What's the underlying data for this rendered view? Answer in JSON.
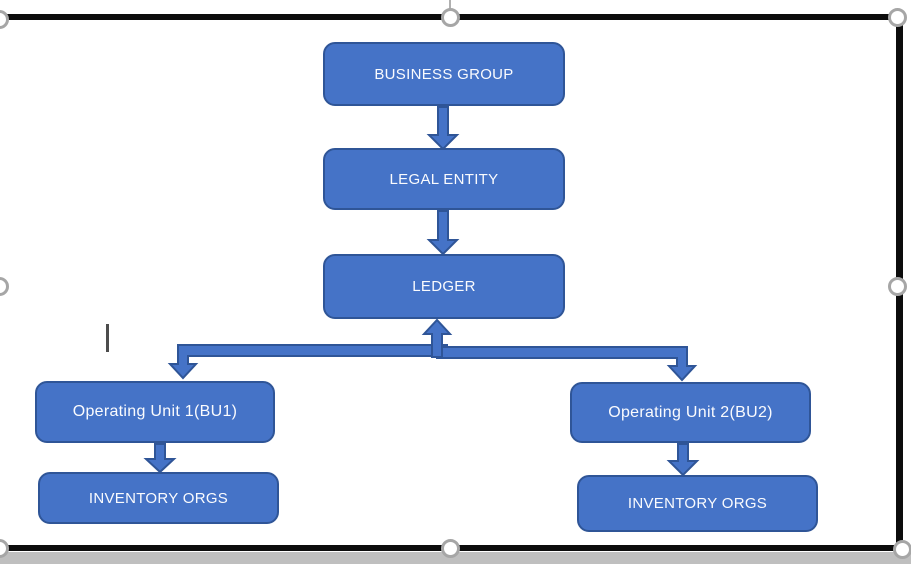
{
  "diagram": {
    "nodes": [
      {
        "id": "business-group",
        "label": "BUSINESS GROUP"
      },
      {
        "id": "legal-entity",
        "label": "LEGAL ENTITY"
      },
      {
        "id": "ledger",
        "label": "LEDGER"
      },
      {
        "id": "operating-unit-1",
        "label": "Operating Unit 1(BU1)"
      },
      {
        "id": "inventory-orgs-left",
        "label": "INVENTORY ORGS"
      },
      {
        "id": "operating-unit-2",
        "label": "Operating Unit 2(BU2)"
      },
      {
        "id": "inventory-orgs-right",
        "label": "INVENTORY ORGS"
      }
    ],
    "edges": [
      {
        "from": "business-group",
        "to": "legal-entity",
        "type": "block-arrow-down"
      },
      {
        "from": "legal-entity",
        "to": "ledger",
        "type": "block-arrow-down"
      },
      {
        "from": "branch-bar",
        "to": "ledger",
        "type": "block-arrow-up"
      },
      {
        "from": "ledger",
        "to": "operating-unit-1",
        "type": "elbow-block-arrow-down"
      },
      {
        "from": "ledger",
        "to": "operating-unit-2",
        "type": "elbow-block-arrow-down"
      },
      {
        "from": "operating-unit-1",
        "to": "inventory-orgs-left",
        "type": "block-arrow-down"
      },
      {
        "from": "operating-unit-2",
        "to": "inventory-orgs-right",
        "type": "block-arrow-down"
      }
    ],
    "colors": {
      "node_fill": "#4573C7",
      "node_border": "#2F5597",
      "label_text": "#FFFFFF",
      "connector": "#4573C7",
      "frame": "#0C0C0C",
      "handle_fill": "#FFFFFF",
      "handle_ring": "#A6A6A6",
      "bottom_strip": "#BFBFBF"
    }
  },
  "selection": {
    "handles": [
      "top-left",
      "top-center",
      "top-right",
      "middle-left",
      "middle-right",
      "bottom-left",
      "bottom-center",
      "bottom-right"
    ],
    "text_cursor_visible": true
  }
}
